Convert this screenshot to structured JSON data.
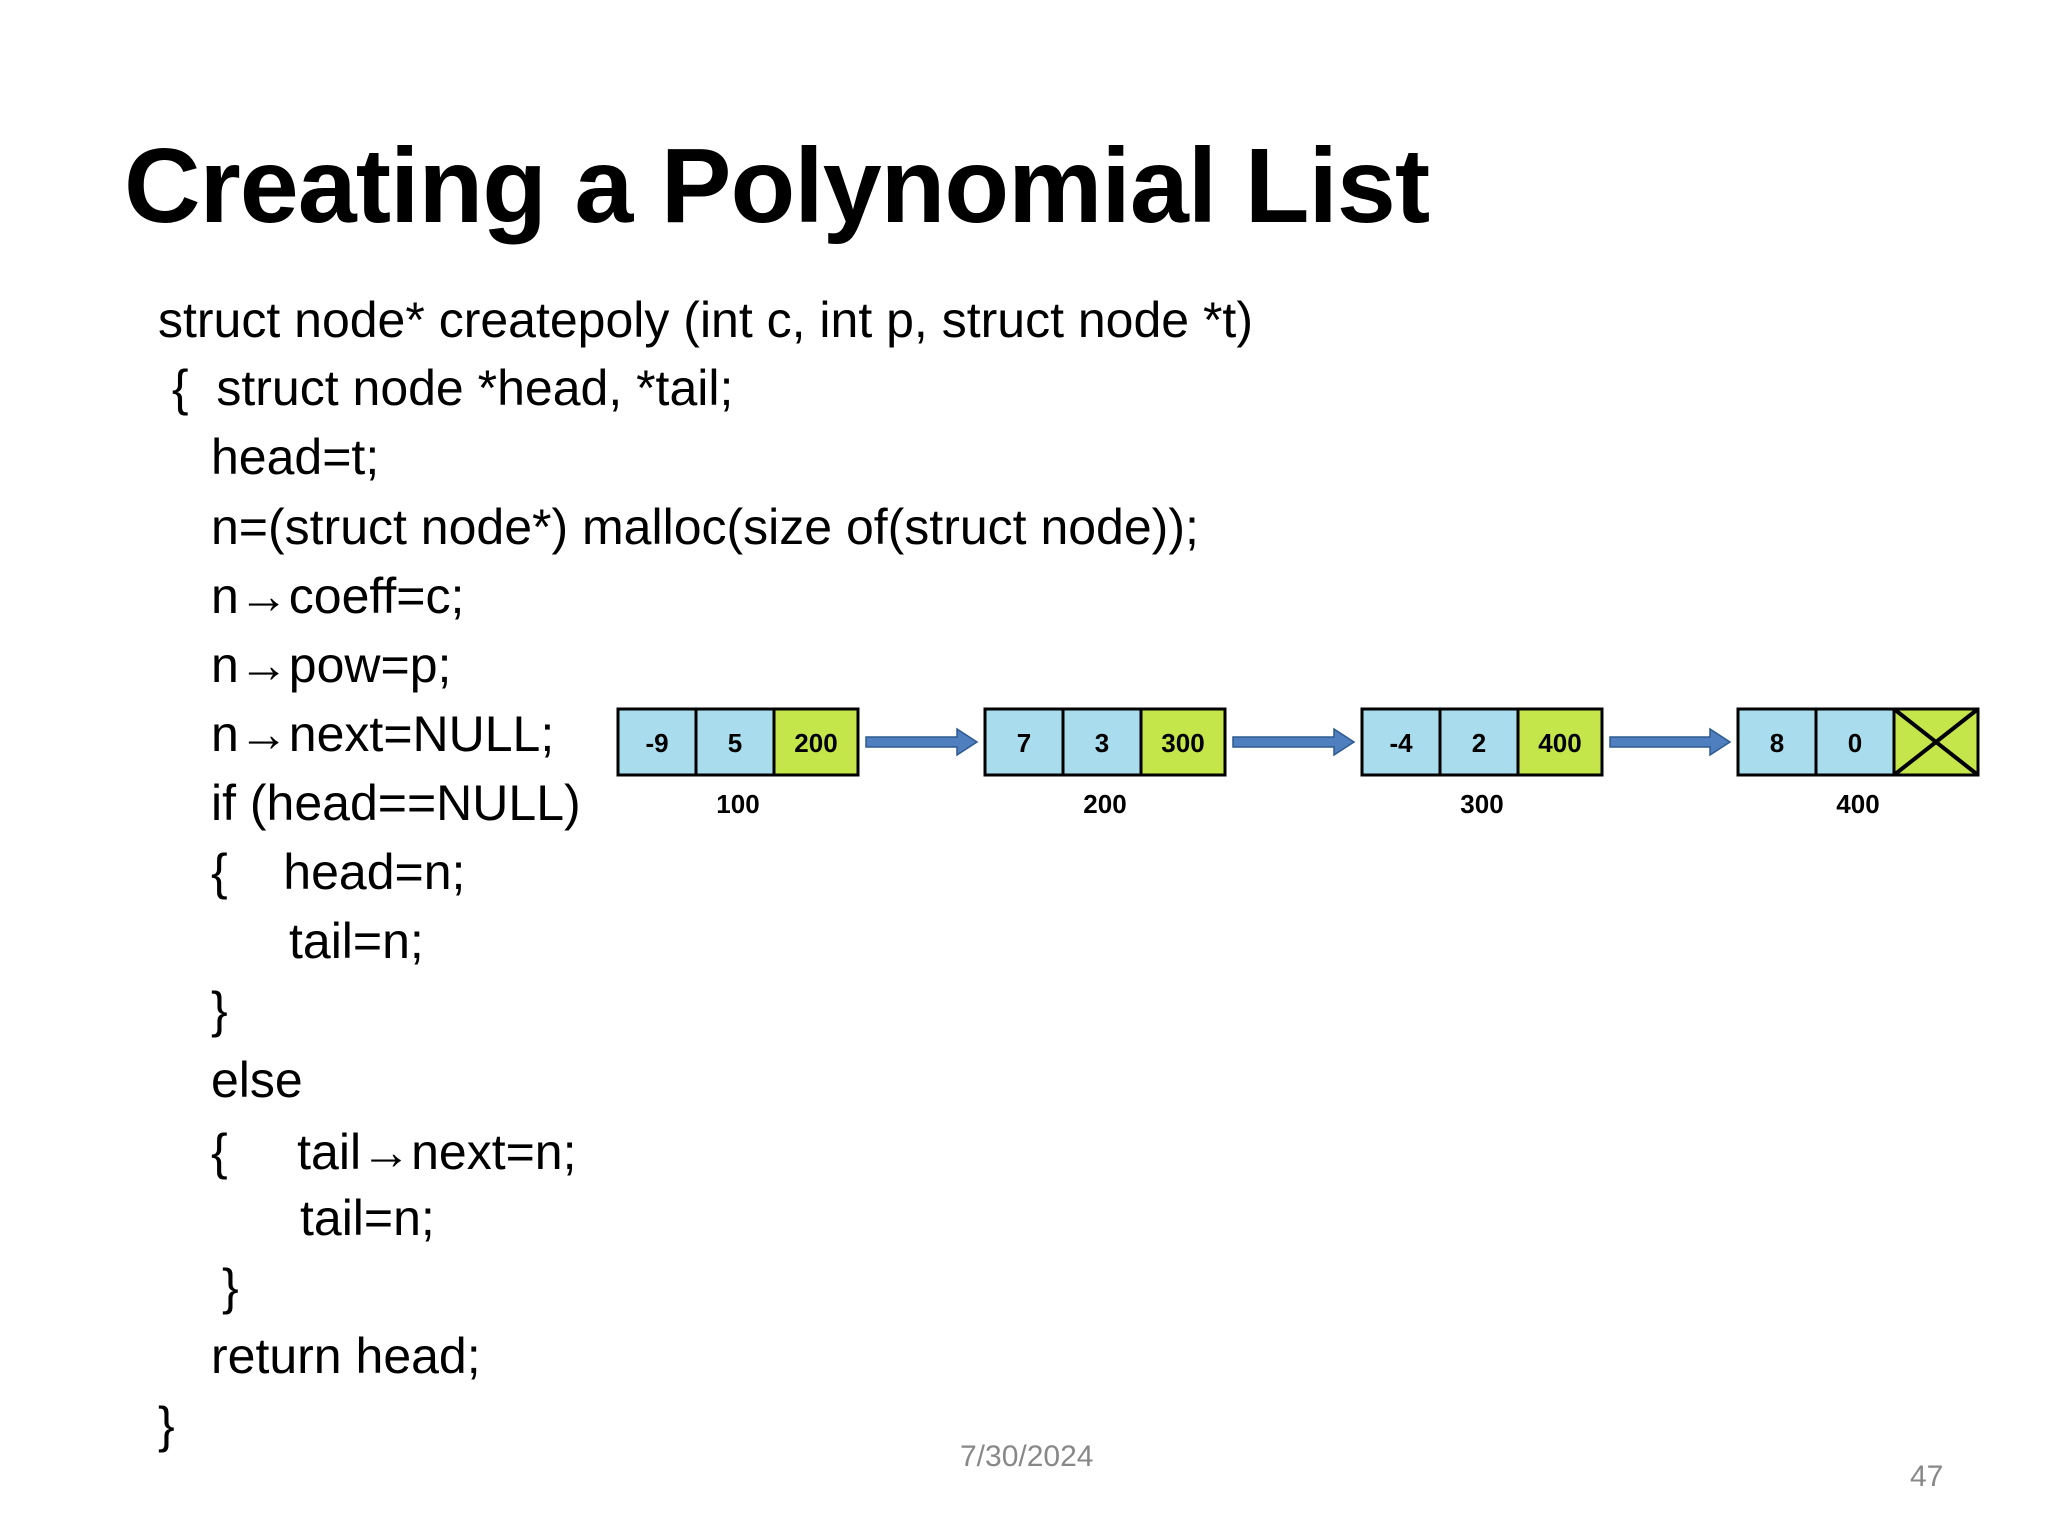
{
  "slide": {
    "title": "Creating a Polynomial List",
    "code_lines": [
      "struct node* createpoly (int c, int p, struct node *t)",
      " {  struct node *head, *tail;",
      "head=t;",
      "n=(struct node*) malloc(size of(struct node));",
      "n→coeff=c;",
      "n→pow=p;",
      "n→next=NULL;",
      "if (head==NULL)",
      "{    head=n;",
      "tail=n;",
      "}",
      "else",
      "{     tail→next=n;",
      "tail=n;",
      "}",
      "return head;",
      "}"
    ],
    "date": "7/30/2024",
    "page_number": "47"
  },
  "diagram": {
    "nodes": [
      {
        "coeff": "-9",
        "pow": "5",
        "next": "200",
        "address": "100"
      },
      {
        "coeff": "7",
        "pow": "3",
        "next": "300",
        "address": "200"
      },
      {
        "coeff": "-4",
        "pow": "2",
        "next": "400",
        "address": "300"
      },
      {
        "coeff": "8",
        "pow": "0",
        "next": "",
        "address": "400"
      }
    ],
    "last_node_next_is_null": true,
    "colors": {
      "data_cell": "#a9dcec",
      "pointer_cell": "#c4e64a",
      "arrow": "#4f7fbf"
    }
  }
}
